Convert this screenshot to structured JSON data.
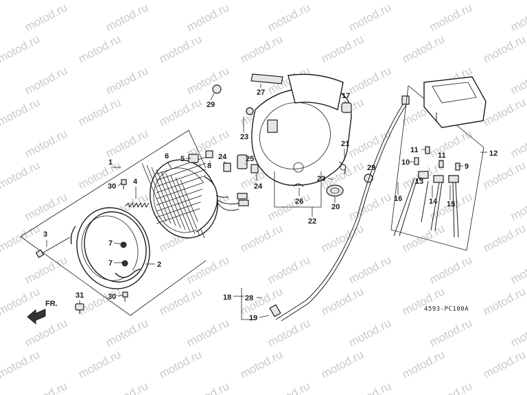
{
  "watermark": "motod.ru",
  "reference_code": "4593-PC100A",
  "direction_label": "FR.",
  "callouts": {
    "c1": "1",
    "c2": "2",
    "c4": "4",
    "c5": "5",
    "c6": "6",
    "c7a": "7",
    "c7b": "7",
    "c8": "8",
    "c9": "9",
    "c11a": "11",
    "c11b": "11",
    "c12": "12",
    "c13": "13",
    "c14": "14",
    "c15": "15",
    "c16": "16",
    "c17": "17",
    "c18": "18",
    "c19": "19",
    "c20": "20",
    "c21": "21",
    "c22": "22",
    "c23a": "23",
    "c23b": "23",
    "c24a": "24",
    "c24b": "24",
    "c25": "25",
    "c26": "26",
    "c27": "27",
    "c28": "28",
    "c29a": "29",
    "c29b": "29",
    "c30a": "30",
    "c30b": "30",
    "c31": "31",
    "c3": "3",
    "c10": "10"
  },
  "colors": {
    "ink": "#1a1a1a",
    "watermark": "#c9c9c9",
    "background": "#ffffff"
  }
}
